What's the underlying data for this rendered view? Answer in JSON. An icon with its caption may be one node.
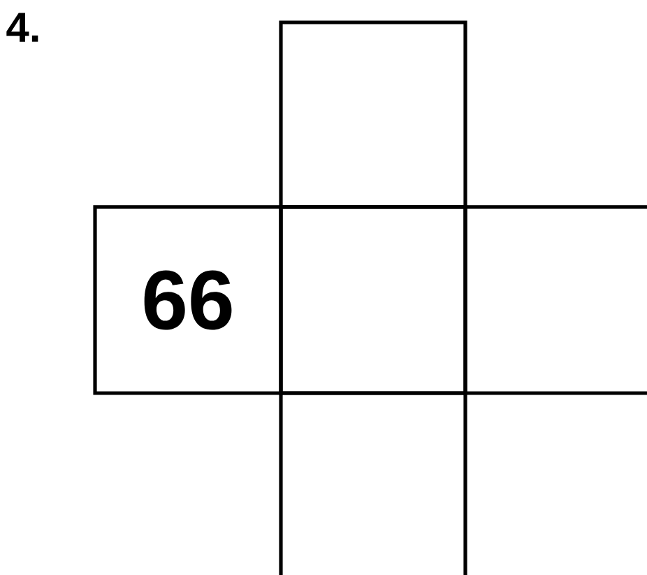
{
  "diagram": {
    "nodes": [
      {
        "text": [],
        "shape": "box"
      },
      {
        "text": [
          "66"
        ]
      },
      {
        "text": [],
        "shape": "box"
      },
      {
        "text": [],
        "shape": "box"
      },
      {
        "text": [],
        "shape": "box"
      }
    ],
    "labels": [
      "4."
    ]
  }
}
